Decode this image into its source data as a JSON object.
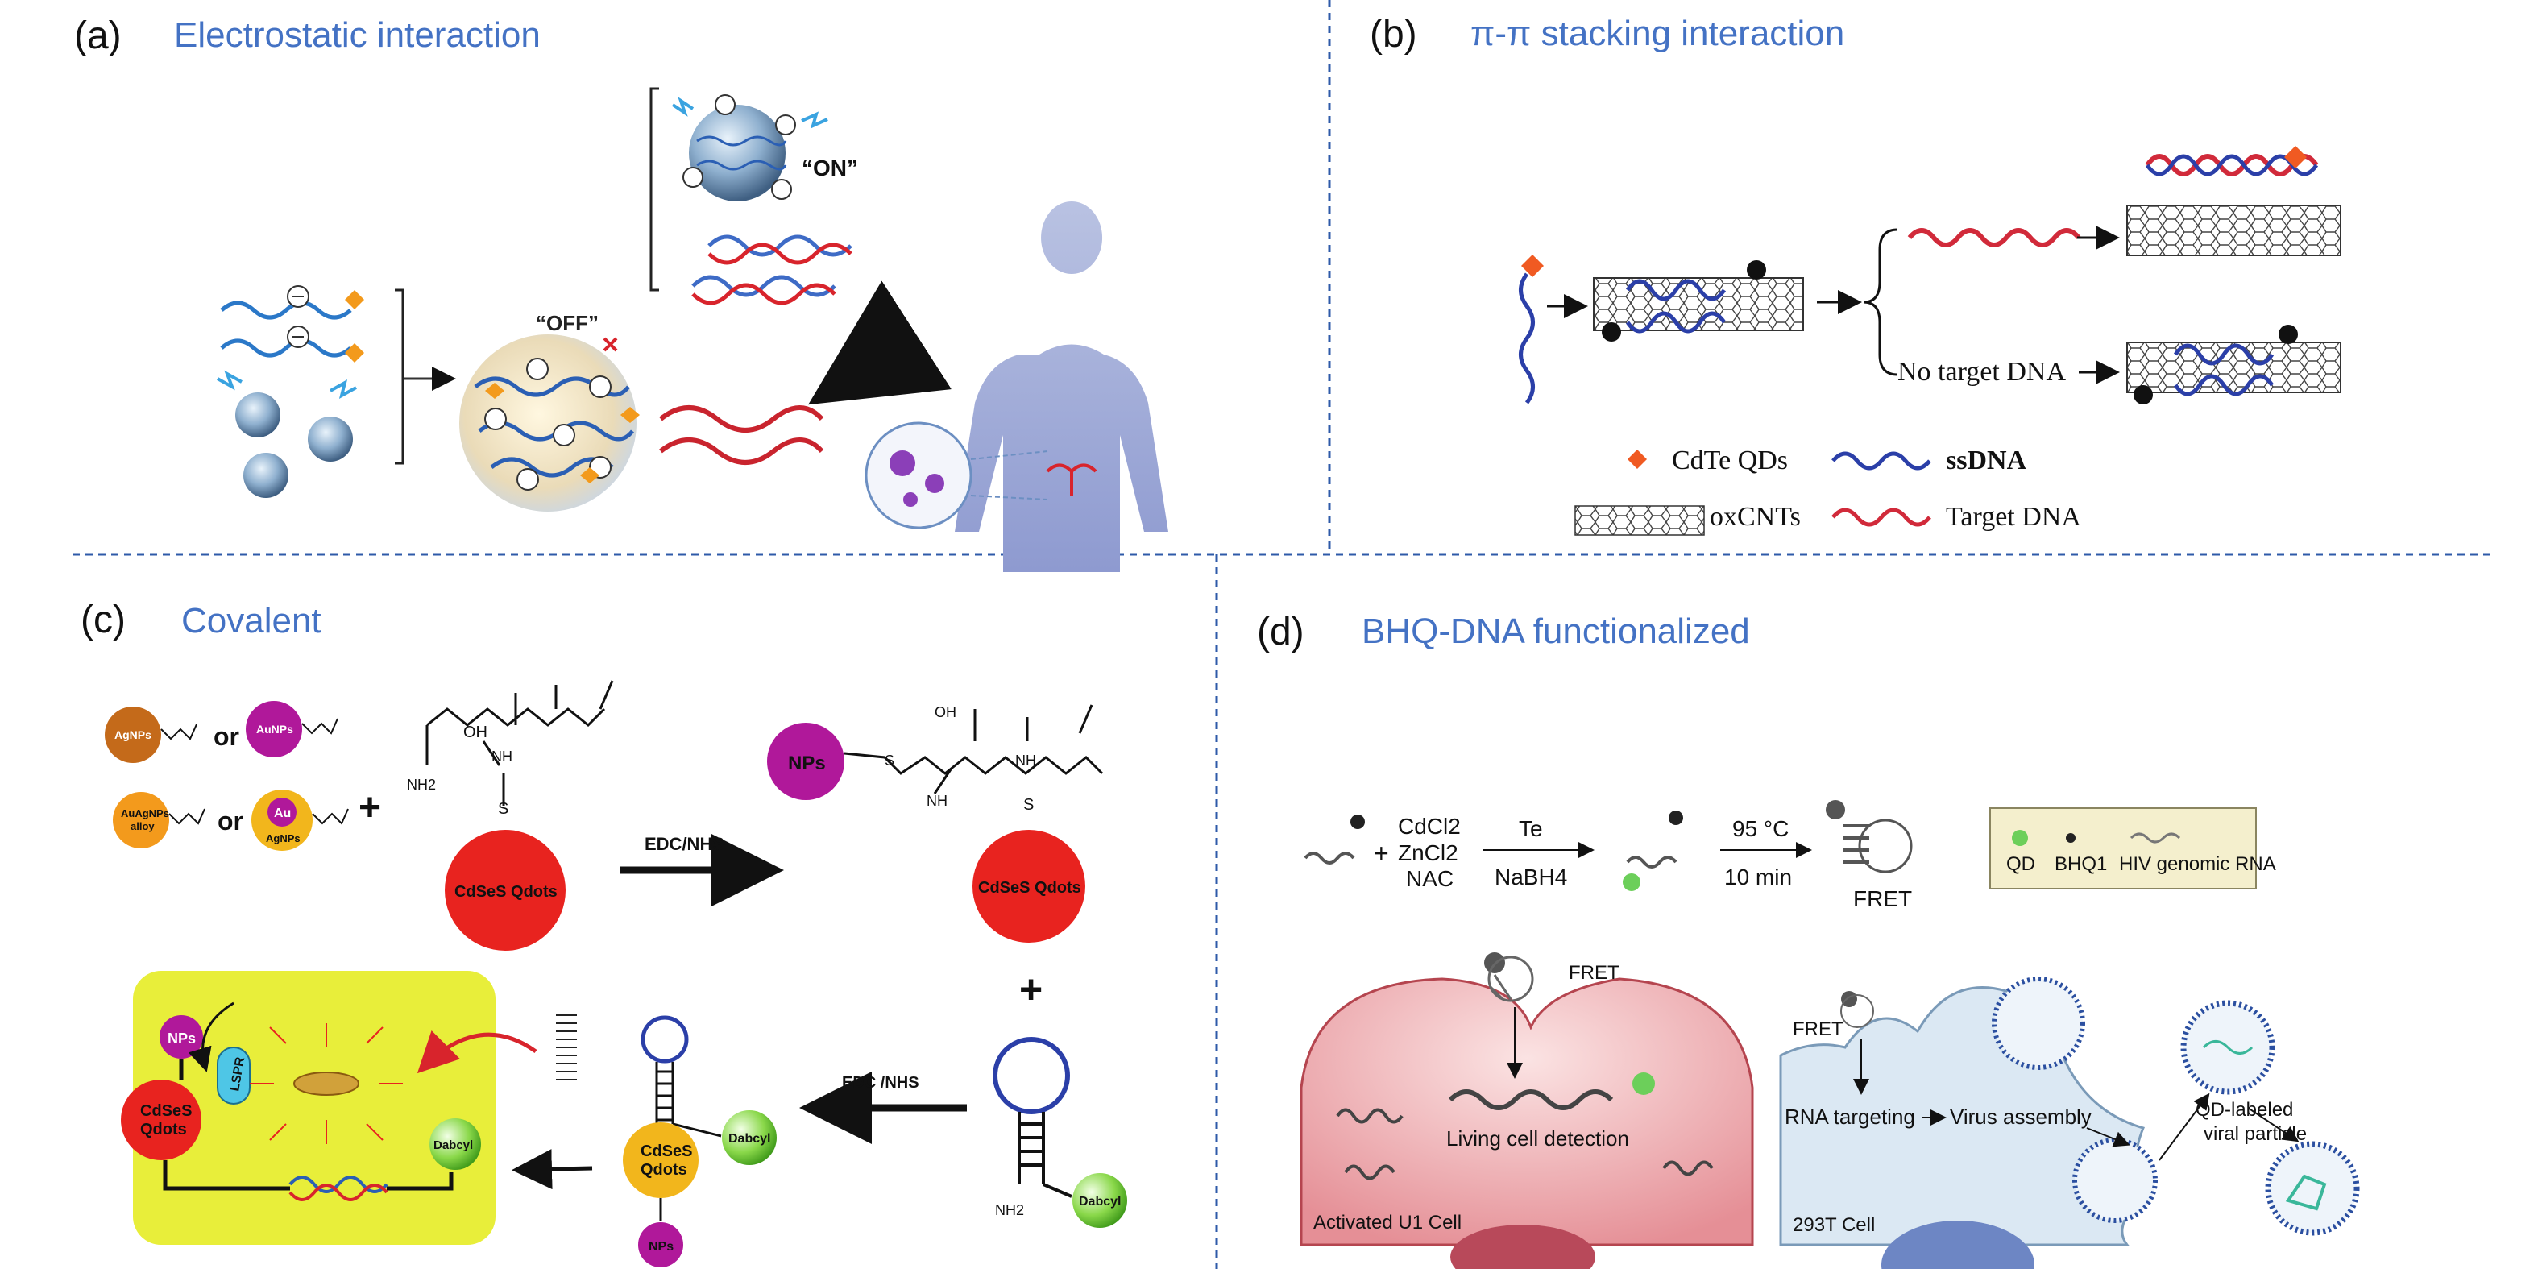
{
  "panels": {
    "a": {
      "letter": "(a)",
      "title": "Electrostatic interaction",
      "on_label": "“ON”",
      "off_label": "“OFF”"
    },
    "b": {
      "letter": "(b)",
      "title": "π-π stacking interaction",
      "no_target": "No target DNA",
      "legend": [
        "CdTe QDs",
        "ssDNA",
        "oxCNTs",
        "Target DNA"
      ]
    },
    "c": {
      "letter": "(c)",
      "title": "Covalent",
      "np_labels": [
        "AgNPs",
        "AuNPs",
        "AuAgNPs",
        "alloy",
        "Au",
        "AgNPs"
      ],
      "or": "or",
      "oh": "OH",
      "nh2": "NH2",
      "nh": "NH",
      "s": "S",
      "cdses": "CdSeS Qdots",
      "cdses_line1": "CdSeS",
      "cdses_line2": "Qdots",
      "edc_nhs": "EDC/NHS",
      "edc_nhs2": "EDC /NHS",
      "nps": "NPs",
      "lspr": "LSPR",
      "dabcyl": "Dabcyl",
      "plus": "+"
    },
    "d": {
      "letter": "(d)",
      "title": "BHQ-DNA functionalized",
      "reagents": [
        "CdCl2",
        "ZnCl2",
        "NAC"
      ],
      "plus": "+",
      "te": "Te",
      "nabh4": "NaBH4",
      "temp": "95 °C",
      "time": "10 min",
      "fret": "FRET",
      "legend": [
        "QD",
        "BHQ1",
        "HIV genomic RNA"
      ],
      "living": "Living cell detection",
      "cell1": "Activated U1 Cell",
      "cell2": "293T Cell",
      "rna_targeting": "RNA targeting",
      "virus_assembly": "Virus assembly",
      "qd_viral_1": "QD-labeled",
      "qd_viral_2": "viral particle"
    }
  },
  "colors": {
    "title": "#4472c4",
    "divider": "#2e5aa8",
    "ssdna": "#2b3fa8",
    "target": "#d12a3a",
    "qdot": "#e8231f",
    "np": "#b0189a",
    "dabcyl": "#7fd136",
    "yellowbox": "#e8ee3a"
  }
}
